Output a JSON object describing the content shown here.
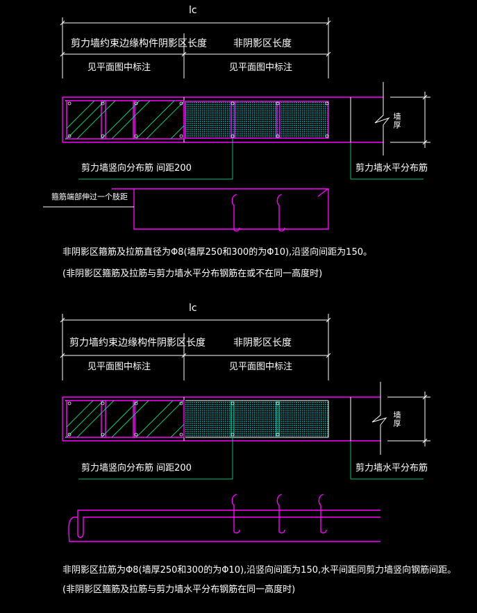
{
  "detail_top": {
    "lc_label": "lc",
    "zone_left_label": "剪力墙约束边缘构件阴影区长度",
    "zone_right_label": "非阴影区长度",
    "note_left": "见平面图中标注",
    "note_right": "见平面图中标注",
    "wall_thickness_label": "墙厚",
    "vertical_bars_label": "剪力墙竖向分布筋 间距200",
    "horizontal_bars_label": "剪力墙水平分布筋",
    "stirrup_note": "箍筋端部伸过一个肢距",
    "caption_line1": "非阴影区箍筋及拉筋直径为Φ8(墙厚250和300的为Φ10),沿竖向间距为150。",
    "caption_line2": "(非阴影区箍筋及拉筋与剪力墙水平分布钢筋在或不在同一高度时)"
  },
  "detail_bottom": {
    "lc_label": "lc",
    "zone_left_label": "剪力墙约束边缘构件阴影区长度",
    "zone_right_label": "非阴影区长度",
    "note_left": "见平面图中标注",
    "note_right": "见平面图中标注",
    "wall_thickness_label": "墙厚",
    "vertical_bars_label": "剪力墙竖向分布筋 间距200",
    "horizontal_bars_label": "剪力墙水平分布筋",
    "caption_line1": "非阴影区拉筋为Φ8(墙厚250和300的为Φ10),沿竖向间距为150,水平间距同剪力墙竖向钢筋间距。",
    "caption_line2": "(非阴影区箍筋及拉筋与剪力墙水平分布钢筋在同一高度时)"
  },
  "colors": {
    "background": "#000000",
    "dimension": "#ffffff",
    "stirrup": "#ff00ff",
    "hatch": "#00ff80",
    "mesh": "#00c8c8",
    "text": "#ffffff"
  }
}
